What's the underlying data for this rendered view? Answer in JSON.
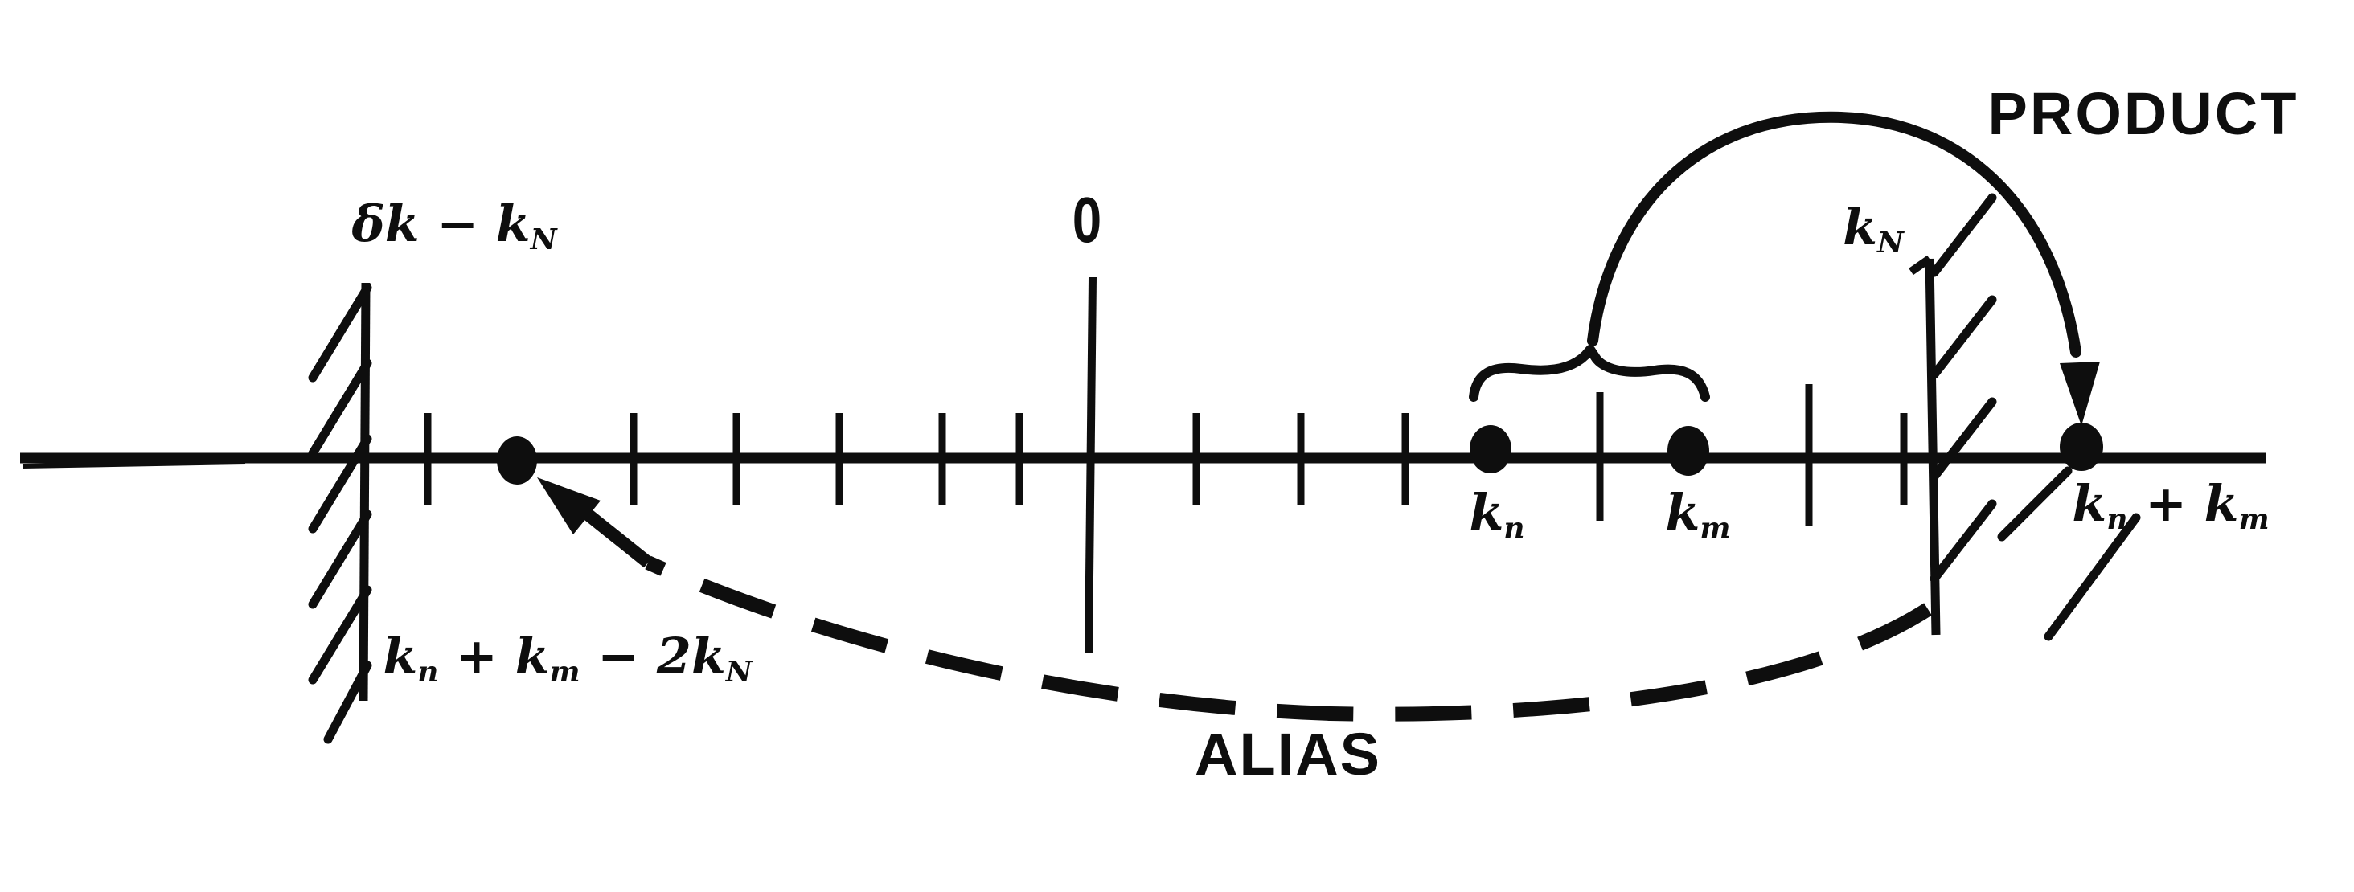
{
  "figure": {
    "kind": "wavenumber-aliasing-diagram",
    "background_color": "#ffffff",
    "ink_color": "#0e0e0e",
    "description": "Spectral product of wavenumbers k_n and k_m reflecting off the Nyquist cutoff k_N and aliasing back to k_n + k_m - 2k_N"
  },
  "annotations": {
    "zero": "0",
    "product": "PRODUCT",
    "alias": "ALIAS"
  },
  "math_labels": {
    "left_wall": {
      "p1": "δk − k",
      "s1": "N"
    },
    "nyquist_wall": {
      "p1": "k",
      "s1": "N"
    },
    "point_kn": {
      "p1": "k",
      "s1": "n"
    },
    "point_km": {
      "p1": "k",
      "s1": "m"
    },
    "point_sum": {
      "p1": "k",
      "s1": "n",
      "p2": " + k",
      "s2": "m"
    },
    "point_alias": {
      "p1": "k",
      "s1": "n",
      "p2": " + k",
      "s2": "m",
      "p3": " − 2k",
      "s3": "N"
    }
  }
}
